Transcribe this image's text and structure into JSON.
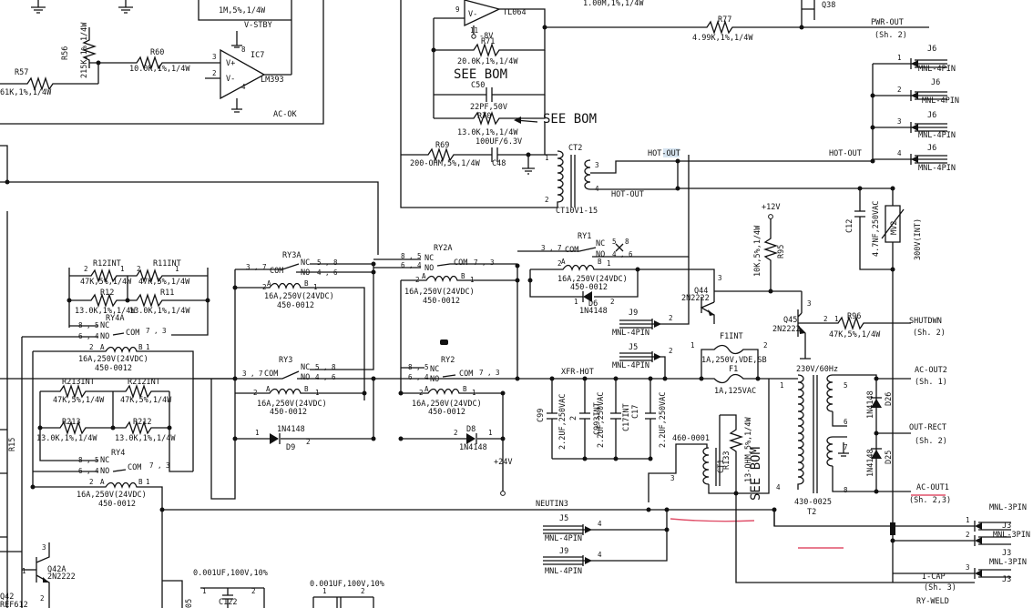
{
  "schematic": {
    "top": {
      "r56": "R56",
      "r56_val": "215K,1%,1/4W",
      "r_top_val": "1M,5%,1/4W",
      "r57": "R57",
      "r57_val": "61K,1%,1/4W",
      "r60": "R60",
      "r60_val": "10.0K,1%,1/4W",
      "ic7": "IC7",
      "ic7_part": "LM393",
      "vstby": "V-STBY",
      "ac_ok": "AC-OK",
      "tl064": "TL064",
      "neg8v": "-8V",
      "r71": "R71",
      "r71_val": "20.0K,1%,1/4W",
      "see_bom_1": "SEE BOM",
      "c50": "C50",
      "c50_val": "22PF,50V",
      "r70": "R70",
      "r70_val": "13.0K,1%,1/4W",
      "see_bom_2": "SEE BOM",
      "c48_val": "100UF/6.3V",
      "c48": "C48",
      "r69": "R69",
      "r69_val": "200-OHM,5%,1/4W",
      "ct2": "CT2",
      "ct2_part": "CT10V1-15",
      "r_top_mid": "1.00M,1%,1/4W",
      "r77": "R77",
      "r77_val": "4.99K,1%,1/4W",
      "q38": "Q38",
      "pwr_out": "PWR-OUT",
      "sh2_a": "(Sh. 2)",
      "hot_out_hl": "HOT-OUT",
      "hot_out_2": "HOT-OUT",
      "hot_out_3": "HOT-OUT"
    },
    "connectors": {
      "j6": "J6",
      "mnl4": "MNL-4PIN",
      "mnl3": "MNL-3PIN",
      "j9": "J9",
      "j5": "J5",
      "j3": "J3"
    },
    "relays": {
      "ry3a": "RY3A",
      "ry2a": "RY2A",
      "ry1": "RY1",
      "ry3": "RY3",
      "ry2": "RY2",
      "ry4a": "RY4A",
      "ry4": "RY4",
      "spec": "16A,250V(24VDC)",
      "spec_num": "450-0012",
      "nc": "NC",
      "no": "NO",
      "com": "COM"
    },
    "resistors": {
      "r12int": "R12INT",
      "r11int": "R11INT",
      "r12": "R12",
      "r11": "R11",
      "v47k": "47K,5%,1/4W",
      "v13k": "13.0K,1%,1/4W",
      "r213int": "R213INT",
      "r212int": "R212INT",
      "r213": "R213",
      "r212": "R212",
      "r95": "R95",
      "r95_val": "10K,5%,1/4W",
      "plus12": "+12V",
      "r96": "R96",
      "r96_val": "47K,5%,1/4W",
      "r15": "R15",
      "r133": "R133",
      "r133_val": "13-OHM,5%,1/4W"
    },
    "semis": {
      "q44": "Q44",
      "q45": "Q45",
      "q_part": "2N2222",
      "d6": "D6",
      "d6_part": "1N4148",
      "d9": "D9",
      "d9_part": "1N4148",
      "d8": "D8",
      "d8_part": "1N4148",
      "plus24": "+24V",
      "d26": "D26",
      "d25": "D25",
      "part1n": "1N4148",
      "q42a": "Q42A",
      "q42": "Q42",
      "q42a_part": "2N2222"
    },
    "power": {
      "f1int": "F1INT",
      "f1_spec": "1A,250V,VDE,SB",
      "f1": "F1",
      "f1_spec2": "1A,125VAC",
      "xfr_hot": "XFR-HOT",
      "v230": "230V/60Hz",
      "c99": "C99",
      "c993int": "C993INT",
      "c17int": "C17INT",
      "c17": "C17",
      "cap_val": "2.2UF,250VAC",
      "ct1_num": "460-0001",
      "ct1": "CT1",
      "see_bom_3": "SEE BOM",
      "t2": "T2",
      "t2_part": "430-0025",
      "c12": "C12",
      "c12_val": "4.7NF,250VAC",
      "mv2": "MV2",
      "mv2_val": "300V(INT)",
      "shutdwn": "SHUTDWN",
      "sh2_b": "(Sh. 2)",
      "ac_out2": "AC-OUT2",
      "sh1": "(Sh. 1)",
      "out_rect": "OUT-RECT",
      "sh2_c": "(Sh. 2)",
      "ac_out1": "AC-OUT1",
      "sh23": "(Sh. 2,3)",
      "neutin3": "NEUTIN3",
      "i_cap": "I-CAP",
      "sh3": "(Sh. 3)",
      "ry_weld": "RY-WELD",
      "c122": "C122",
      "c_low_val": "0.001UF,100V,10%"
    }
  }
}
